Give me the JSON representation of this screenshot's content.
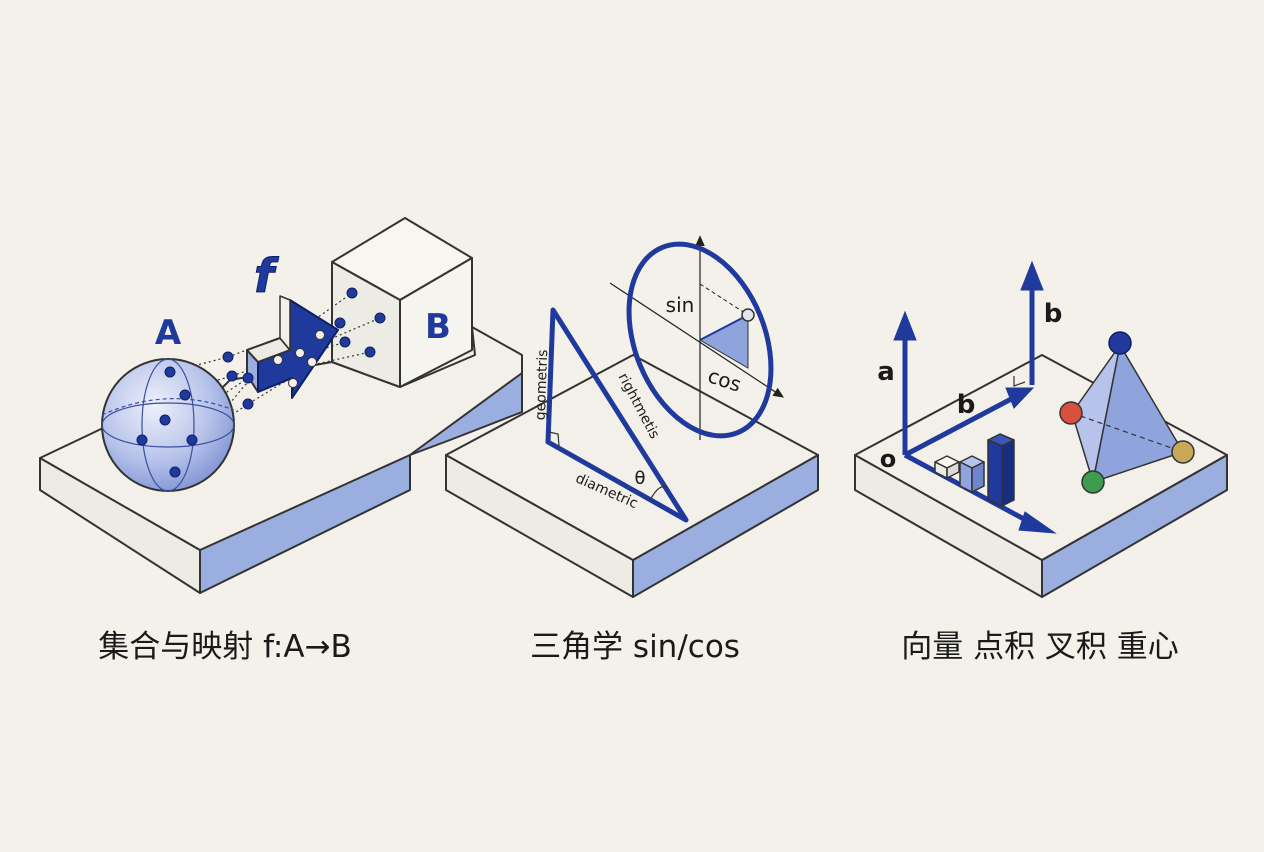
{
  "colors": {
    "background": "#f3f1ea",
    "platform_top": "#f2f0e9",
    "platform_front": "#ecebe4",
    "platform_side": "#9aaee0",
    "outline": "#333333",
    "primary_blue": "#1f3a9c",
    "light_blue": "#8fa3dc",
    "point_red": "#d9503f",
    "point_yellow": "#c7a857",
    "point_green": "#3e9b4f"
  },
  "panel_sets": {
    "caption": "集合与映射 f:A→B",
    "set_a_label": "A",
    "set_b_label": "B",
    "function_label": "f",
    "icons": [
      "sphere-icon",
      "cube-icon",
      "arrow-icon"
    ]
  },
  "panel_trig": {
    "caption": "三角学 sin/cos",
    "label_geometris": "geometris",
    "label_rightmetis": "rightmetis",
    "label_diametric": "diametric",
    "label_theta": "θ",
    "label_sin": "sin",
    "label_cos": "cos",
    "icons": [
      "triangle-icon",
      "unit-circle-icon"
    ]
  },
  "panel_vectors": {
    "caption": "向量 点积 叉积 重心",
    "label_a": "a",
    "label_b_top": "b",
    "label_b_mid": "b",
    "label_o": "o",
    "icons": [
      "axes-icon",
      "bar-icon",
      "tetrahedron-icon"
    ]
  }
}
